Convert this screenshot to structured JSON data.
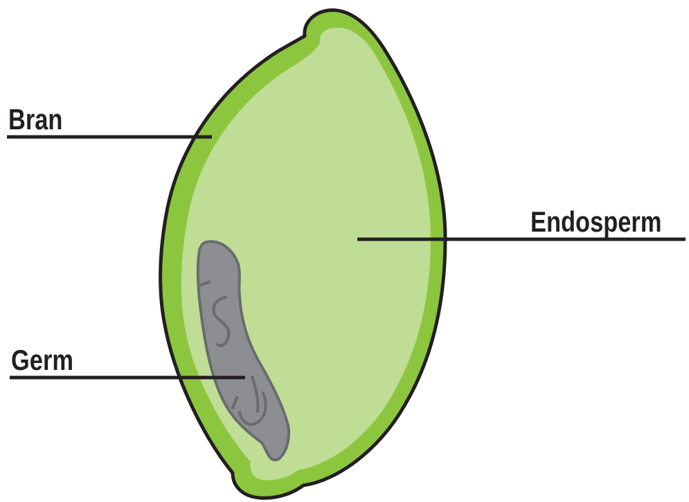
{
  "diagram": {
    "labels": {
      "bran": "Bran",
      "germ": "Germ",
      "endosperm": "Endosperm"
    },
    "colors": {
      "bran": "#8cc63f",
      "endosperm": "#c0dd96",
      "germ": "#8d8e91",
      "outline": "#231f20",
      "germ_outline": "#6a6b6e"
    }
  }
}
